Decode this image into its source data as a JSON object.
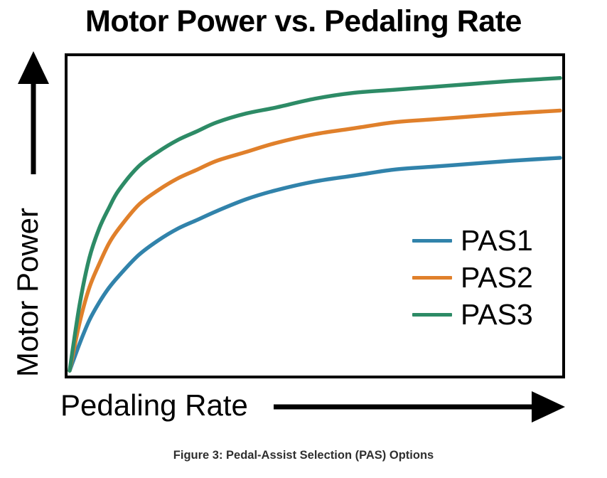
{
  "chart_data": {
    "type": "line",
    "title": "Motor Power vs. Pedaling Rate",
    "xlabel": "Pedaling Rate",
    "ylabel": "Motor Power",
    "grid": false,
    "legend_position": "lower-right-inside",
    "axis_style": "arrow-axes-unlabeled-ticks",
    "xlim": [
      0,
      100
    ],
    "ylim": [
      0,
      100
    ],
    "x_tick_labels": [],
    "y_tick_labels": [],
    "annotations": [],
    "x": [
      0,
      2,
      4,
      6,
      8,
      10,
      14,
      18,
      22,
      26,
      30,
      36,
      42,
      50,
      58,
      66,
      74,
      82,
      90,
      100
    ],
    "series": [
      {
        "name": "PAS1",
        "color": "#3183ab",
        "values": [
          0,
          9,
          17,
          23,
          28,
          32,
          39,
          44,
          48,
          51,
          54,
          58,
          61,
          64,
          66,
          68,
          69,
          70,
          71,
          72
        ]
      },
      {
        "name": "PAS2",
        "color": "#e0802b",
        "values": [
          0,
          16,
          28,
          36,
          43,
          48,
          56,
          61,
          65,
          68,
          71,
          74,
          77,
          80,
          82,
          84,
          85,
          86,
          87,
          88
        ]
      },
      {
        "name": "PAS3",
        "color": "#2d8b66",
        "values": [
          0,
          22,
          38,
          48,
          55,
          61,
          69,
          74,
          78,
          81,
          84,
          87,
          89,
          92,
          94,
          95,
          96,
          97,
          98,
          99
        ]
      }
    ],
    "legend": [
      {
        "label": "PAS1",
        "color": "#3183ab"
      },
      {
        "label": "PAS2",
        "color": "#e0802b"
      },
      {
        "label": "PAS3",
        "color": "#2d8b66"
      }
    ]
  },
  "caption": "Figure 3: Pedal-Assist Selection (PAS) Options",
  "colors": {
    "pas1": "#3183ab",
    "pas2": "#e0802b",
    "pas3": "#2d8b66",
    "axis": "#000000",
    "background": "#ffffff",
    "caption_text": "#2f2f2f"
  }
}
